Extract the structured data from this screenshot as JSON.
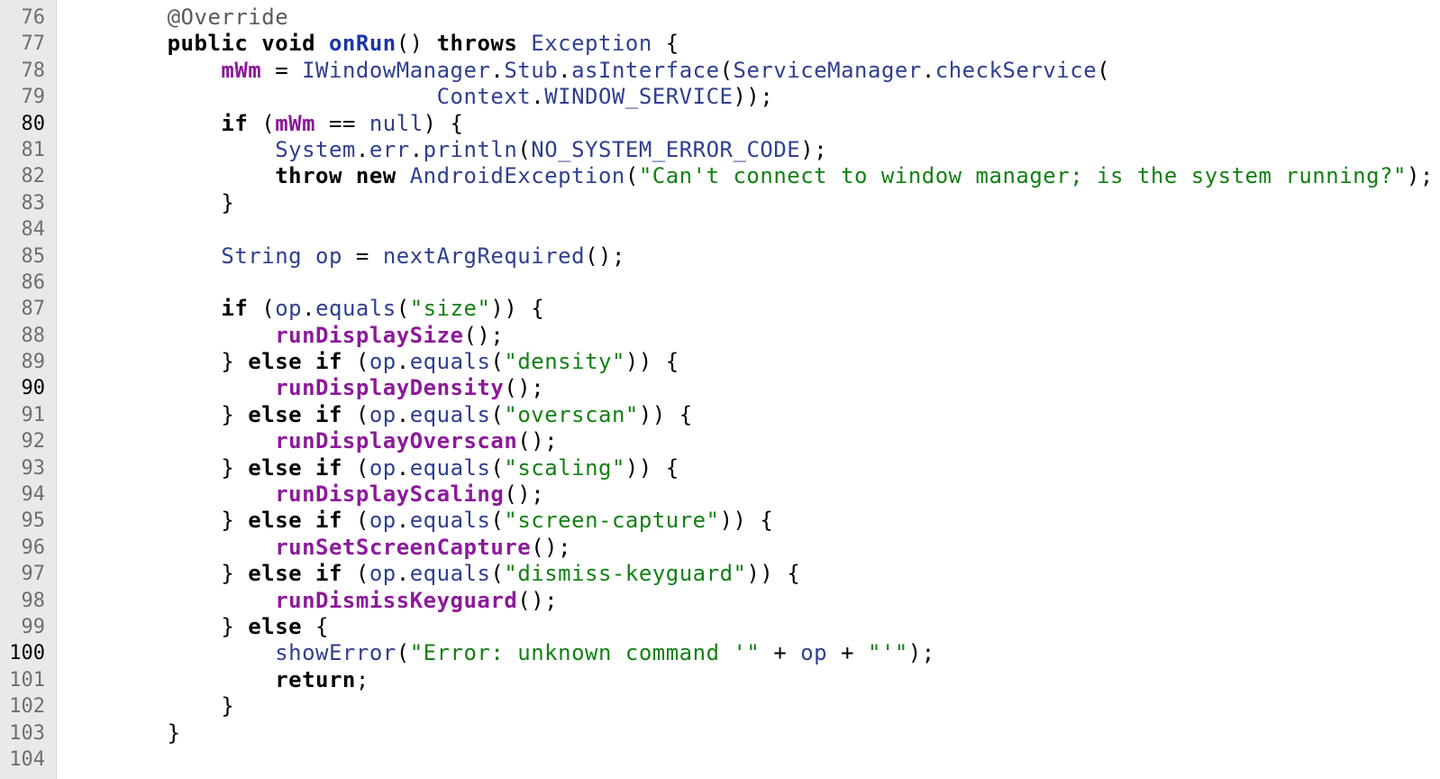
{
  "editor": {
    "lines": [
      {
        "n": "76",
        "highlight": false,
        "tokens": [
          [
            "        ",
            "op"
          ],
          [
            "@Override",
            "an"
          ]
        ]
      },
      {
        "n": "77",
        "highlight": false,
        "tokens": [
          [
            "        ",
            "op"
          ],
          [
            "public void ",
            "kw"
          ],
          [
            "onRun",
            "fn"
          ],
          [
            "() ",
            "op"
          ],
          [
            "throws ",
            "kw"
          ],
          [
            "Exception",
            "ty"
          ],
          [
            " {",
            "op"
          ]
        ]
      },
      {
        "n": "78",
        "highlight": false,
        "tokens": [
          [
            "            ",
            "op"
          ],
          [
            "mWm",
            "fd"
          ],
          [
            " = ",
            "op"
          ],
          [
            "IWindowManager",
            "ty"
          ],
          [
            ".",
            "op"
          ],
          [
            "Stub",
            "ty"
          ],
          [
            ".",
            "op"
          ],
          [
            "asInterface",
            "mt"
          ],
          [
            "(",
            "op"
          ],
          [
            "ServiceManager",
            "ty"
          ],
          [
            ".",
            "op"
          ],
          [
            "checkService",
            "mt"
          ],
          [
            "(",
            "op"
          ]
        ]
      },
      {
        "n": "79",
        "highlight": false,
        "tokens": [
          [
            "                            ",
            "op"
          ],
          [
            "Context",
            "ty"
          ],
          [
            ".",
            "op"
          ],
          [
            "WINDOW_SERVICE",
            "ty"
          ],
          [
            "));",
            "op"
          ]
        ]
      },
      {
        "n": "80",
        "highlight": true,
        "tokens": [
          [
            "            ",
            "op"
          ],
          [
            "if",
            "kw"
          ],
          [
            " (",
            "op"
          ],
          [
            "mWm",
            "fd"
          ],
          [
            " == ",
            "op"
          ],
          [
            "null",
            "mt"
          ],
          [
            ") {",
            "op"
          ]
        ]
      },
      {
        "n": "81",
        "highlight": false,
        "tokens": [
          [
            "                ",
            "op"
          ],
          [
            "System",
            "ty"
          ],
          [
            ".",
            "op"
          ],
          [
            "err",
            "mt"
          ],
          [
            ".",
            "op"
          ],
          [
            "println",
            "mt"
          ],
          [
            "(",
            "op"
          ],
          [
            "NO_SYSTEM_ERROR_CODE",
            "ty"
          ],
          [
            ");",
            "op"
          ]
        ]
      },
      {
        "n": "82",
        "highlight": false,
        "tokens": [
          [
            "                ",
            "op"
          ],
          [
            "throw new ",
            "kw"
          ],
          [
            "AndroidException",
            "ty"
          ],
          [
            "(",
            "op"
          ],
          [
            "\"Can't connect to window manager; is the system running?\"",
            "st"
          ],
          [
            ");",
            "op"
          ]
        ]
      },
      {
        "n": "83",
        "highlight": false,
        "tokens": [
          [
            "            ",
            "op"
          ],
          [
            "}",
            "op"
          ]
        ]
      },
      {
        "n": "84",
        "highlight": false,
        "tokens": []
      },
      {
        "n": "85",
        "highlight": false,
        "tokens": [
          [
            "            ",
            "op"
          ],
          [
            "String",
            "ty"
          ],
          [
            " ",
            "op"
          ],
          [
            "op",
            "mt"
          ],
          [
            " = ",
            "op"
          ],
          [
            "nextArgRequired",
            "mt"
          ],
          [
            "();",
            "op"
          ]
        ]
      },
      {
        "n": "86",
        "highlight": false,
        "tokens": []
      },
      {
        "n": "87",
        "highlight": false,
        "tokens": [
          [
            "            ",
            "op"
          ],
          [
            "if",
            "kw"
          ],
          [
            " (",
            "op"
          ],
          [
            "op",
            "mt"
          ],
          [
            ".",
            "op"
          ],
          [
            "equals",
            "mt"
          ],
          [
            "(",
            "op"
          ],
          [
            "\"size\"",
            "st"
          ],
          [
            ")) {",
            "op"
          ]
        ]
      },
      {
        "n": "88",
        "highlight": false,
        "tokens": [
          [
            "                ",
            "op"
          ],
          [
            "runDisplaySize",
            "fd"
          ],
          [
            "();",
            "op"
          ]
        ]
      },
      {
        "n": "89",
        "highlight": false,
        "tokens": [
          [
            "            ",
            "op"
          ],
          [
            "} ",
            "op"
          ],
          [
            "else if",
            "kw"
          ],
          [
            " (",
            "op"
          ],
          [
            "op",
            "mt"
          ],
          [
            ".",
            "op"
          ],
          [
            "equals",
            "mt"
          ],
          [
            "(",
            "op"
          ],
          [
            "\"density\"",
            "st"
          ],
          [
            ")) {",
            "op"
          ]
        ]
      },
      {
        "n": "90",
        "highlight": true,
        "tokens": [
          [
            "                ",
            "op"
          ],
          [
            "runDisplayDensity",
            "fd"
          ],
          [
            "();",
            "op"
          ]
        ]
      },
      {
        "n": "91",
        "highlight": false,
        "tokens": [
          [
            "            ",
            "op"
          ],
          [
            "} ",
            "op"
          ],
          [
            "else if",
            "kw"
          ],
          [
            " (",
            "op"
          ],
          [
            "op",
            "mt"
          ],
          [
            ".",
            "op"
          ],
          [
            "equals",
            "mt"
          ],
          [
            "(",
            "op"
          ],
          [
            "\"overscan\"",
            "st"
          ],
          [
            ")) {",
            "op"
          ]
        ]
      },
      {
        "n": "92",
        "highlight": false,
        "tokens": [
          [
            "                ",
            "op"
          ],
          [
            "runDisplayOverscan",
            "fd"
          ],
          [
            "();",
            "op"
          ]
        ]
      },
      {
        "n": "93",
        "highlight": false,
        "tokens": [
          [
            "            ",
            "op"
          ],
          [
            "} ",
            "op"
          ],
          [
            "else if",
            "kw"
          ],
          [
            " (",
            "op"
          ],
          [
            "op",
            "mt"
          ],
          [
            ".",
            "op"
          ],
          [
            "equals",
            "mt"
          ],
          [
            "(",
            "op"
          ],
          [
            "\"scaling\"",
            "st"
          ],
          [
            ")) {",
            "op"
          ]
        ]
      },
      {
        "n": "94",
        "highlight": false,
        "tokens": [
          [
            "                ",
            "op"
          ],
          [
            "runDisplayScaling",
            "fd"
          ],
          [
            "();",
            "op"
          ]
        ]
      },
      {
        "n": "95",
        "highlight": false,
        "tokens": [
          [
            "            ",
            "op"
          ],
          [
            "} ",
            "op"
          ],
          [
            "else if",
            "kw"
          ],
          [
            " (",
            "op"
          ],
          [
            "op",
            "mt"
          ],
          [
            ".",
            "op"
          ],
          [
            "equals",
            "mt"
          ],
          [
            "(",
            "op"
          ],
          [
            "\"screen-capture\"",
            "st"
          ],
          [
            ")) {",
            "op"
          ]
        ]
      },
      {
        "n": "96",
        "highlight": false,
        "tokens": [
          [
            "                ",
            "op"
          ],
          [
            "runSetScreenCapture",
            "fd"
          ],
          [
            "();",
            "op"
          ]
        ]
      },
      {
        "n": "97",
        "highlight": false,
        "tokens": [
          [
            "            ",
            "op"
          ],
          [
            "} ",
            "op"
          ],
          [
            "else if",
            "kw"
          ],
          [
            " (",
            "op"
          ],
          [
            "op",
            "mt"
          ],
          [
            ".",
            "op"
          ],
          [
            "equals",
            "mt"
          ],
          [
            "(",
            "op"
          ],
          [
            "\"dismiss-keyguard\"",
            "st"
          ],
          [
            ")) {",
            "op"
          ]
        ]
      },
      {
        "n": "98",
        "highlight": false,
        "tokens": [
          [
            "                ",
            "op"
          ],
          [
            "runDismissKeyguard",
            "fd"
          ],
          [
            "();",
            "op"
          ]
        ]
      },
      {
        "n": "99",
        "highlight": false,
        "tokens": [
          [
            "            ",
            "op"
          ],
          [
            "} ",
            "op"
          ],
          [
            "else",
            "kw"
          ],
          [
            " {",
            "op"
          ]
        ]
      },
      {
        "n": "100",
        "highlight": true,
        "tokens": [
          [
            "                ",
            "op"
          ],
          [
            "showError",
            "mt"
          ],
          [
            "(",
            "op"
          ],
          [
            "\"Error: unknown command '\"",
            "st"
          ],
          [
            " + ",
            "op"
          ],
          [
            "op",
            "mt"
          ],
          [
            " + ",
            "op"
          ],
          [
            "\"'\"",
            "st"
          ],
          [
            ");",
            "op"
          ]
        ]
      },
      {
        "n": "101",
        "highlight": false,
        "tokens": [
          [
            "                ",
            "op"
          ],
          [
            "return",
            "kw"
          ],
          [
            ";",
            "op"
          ]
        ]
      },
      {
        "n": "102",
        "highlight": false,
        "tokens": [
          [
            "            ",
            "op"
          ],
          [
            "}",
            "op"
          ]
        ]
      },
      {
        "n": "103",
        "highlight": false,
        "tokens": [
          [
            "        ",
            "op"
          ],
          [
            "}",
            "op"
          ]
        ]
      },
      {
        "n": "104",
        "highlight": false,
        "tokens": []
      }
    ]
  }
}
